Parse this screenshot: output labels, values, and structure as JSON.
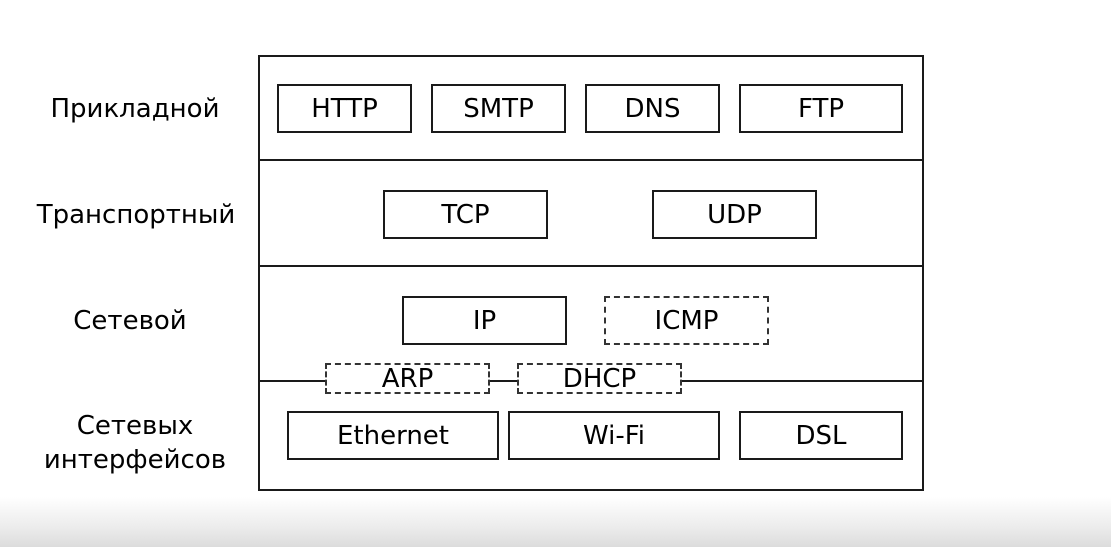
{
  "layers": {
    "application": {
      "label": "Прикладной",
      "protocols": [
        "HTTP",
        "SMTP",
        "DNS",
        "FTP"
      ]
    },
    "transport": {
      "label": "Транспортный",
      "protocols": [
        "TCP",
        "UDP"
      ]
    },
    "network": {
      "label": "Сетевой",
      "protocols": [
        "IP",
        "ICMP"
      ]
    },
    "boundary": {
      "protocols": [
        "ARP",
        "DHCP"
      ]
    },
    "link": {
      "label": "Сетевых\nинтерфейсов",
      "protocols": [
        "Ethernet",
        "Wi-Fi",
        "DSL"
      ]
    }
  },
  "styles": {
    "solid_protocols": [
      "HTTP",
      "SMTP",
      "DNS",
      "FTP",
      "TCP",
      "UDP",
      "IP",
      "Ethernet",
      "Wi-Fi",
      "DSL"
    ],
    "dashed_protocols": [
      "ICMP",
      "ARP",
      "DHCP"
    ],
    "line_color": "#1a1a1a"
  }
}
